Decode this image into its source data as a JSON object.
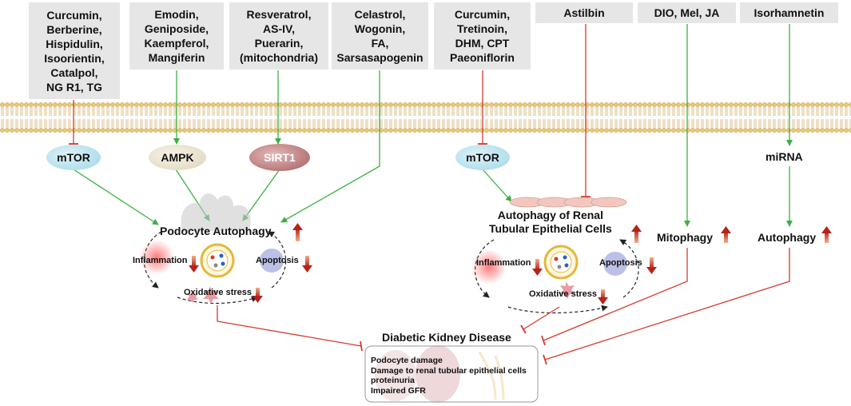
{
  "colors": {
    "activate": "#3cb043",
    "inhibit": "#d43a2c",
    "box": "#e6e6e6",
    "membrane": "#e8c779"
  },
  "compound_boxes": [
    {
      "id": "b1",
      "text": "Curcumin,\nBerberine,\nHispidulin,\nIsoorientin,\nCatalpol,\nNG R1, TG"
    },
    {
      "id": "b2",
      "text": "Emodin,\nGeniposide,\nKaempferol,\nMangiferin"
    },
    {
      "id": "b3",
      "text": "Resveratrol,\nAS-IV,\nPuerarin,\n(mitochondria)"
    },
    {
      "id": "b4",
      "text": "Celastrol,\nWogonin,\nFA,\nSarsasapogenin"
    },
    {
      "id": "b5",
      "text": "Curcumin,\nTretinoin,\nDHM, CPT\nPaeoniflorin"
    },
    {
      "id": "b6",
      "text": "Astilbin"
    },
    {
      "id": "b7",
      "text": "DIO, Mel, JA"
    },
    {
      "id": "b8",
      "text": "Isorhamnetin"
    }
  ],
  "targets": {
    "mtor_left": "mTOR",
    "ampk": "AMPK",
    "sirt1": "SIRT1",
    "mtor_right": "mTOR",
    "mirna": "miRNA"
  },
  "podocyte": {
    "title": "Podocyte Autophagy",
    "inflammation": "Inflammation",
    "apoptosis": "Apoptosis",
    "oxidative": "Oxidative stress"
  },
  "tubular": {
    "title": "Autophagy of Renal\nTubular Epithelial Cells",
    "inflammation": "Inflammation",
    "apoptosis": "Apoptosis",
    "oxidative": "Oxidative stress"
  },
  "mitophagy": "Mitophagy",
  "autophagy": "Autophagy",
  "disease": {
    "title": "Diabetic Kidney Disease",
    "items": [
      "Podocyte damage",
      "Damage to renal tubular epithelial cells",
      "proteinuria",
      "Impaired GFR"
    ]
  }
}
